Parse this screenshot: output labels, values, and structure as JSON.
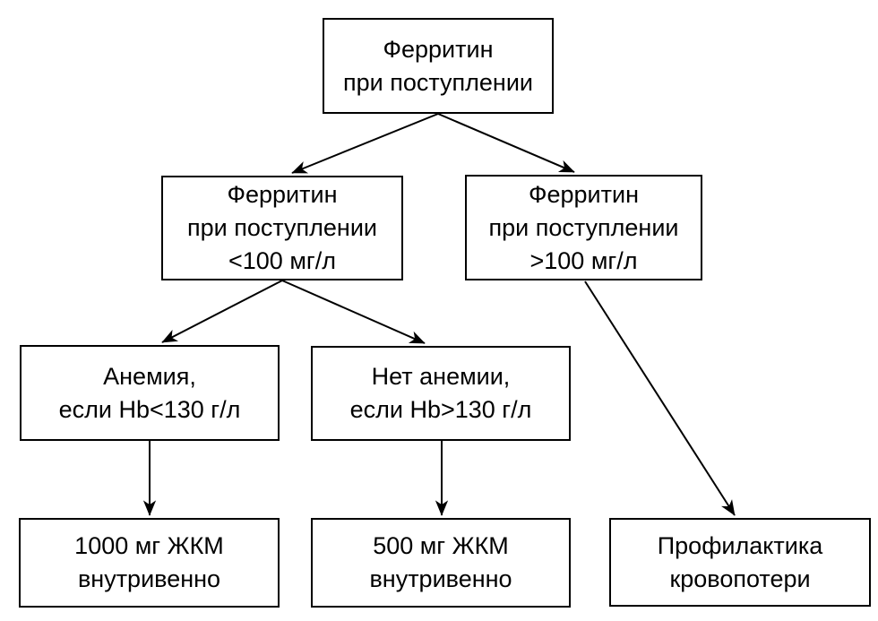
{
  "colors": {
    "page_bg": "#ffffff",
    "box_bg": "#ffffff",
    "box_border": "#000000",
    "text": "#000000",
    "arrow": "#000000"
  },
  "nodes": {
    "root": {
      "lines": [
        "Ферритин",
        "при поступлении"
      ]
    },
    "ferritin_low": {
      "lines": [
        "Ферритин",
        "при поступлении",
        "<100 мг/л"
      ]
    },
    "ferritin_high": {
      "lines": [
        "Ферритин",
        "при поступлении",
        ">100 мг/л"
      ]
    },
    "anemia": {
      "lines": [
        "Анемия,",
        "если Hb<130 г/л"
      ]
    },
    "no_anemia": {
      "lines": [
        "Нет анемии,",
        "если Hb>130 г/л"
      ]
    },
    "dose_1000": {
      "lines": [
        "1000 мг ЖКМ",
        "внутривенно"
      ]
    },
    "dose_500": {
      "lines": [
        "500 мг ЖКМ",
        "внутривенно"
      ]
    },
    "prophylaxis": {
      "lines": [
        "Профилактика",
        "кровопотери"
      ]
    }
  },
  "edges": [
    {
      "from": "root",
      "to": "ferritin_low"
    },
    {
      "from": "root",
      "to": "ferritin_high"
    },
    {
      "from": "ferritin_low",
      "to": "anemia"
    },
    {
      "from": "ferritin_low",
      "to": "no_anemia"
    },
    {
      "from": "anemia",
      "to": "dose_1000"
    },
    {
      "from": "no_anemia",
      "to": "dose_500"
    },
    {
      "from": "ferritin_high",
      "to": "prophylaxis"
    }
  ]
}
